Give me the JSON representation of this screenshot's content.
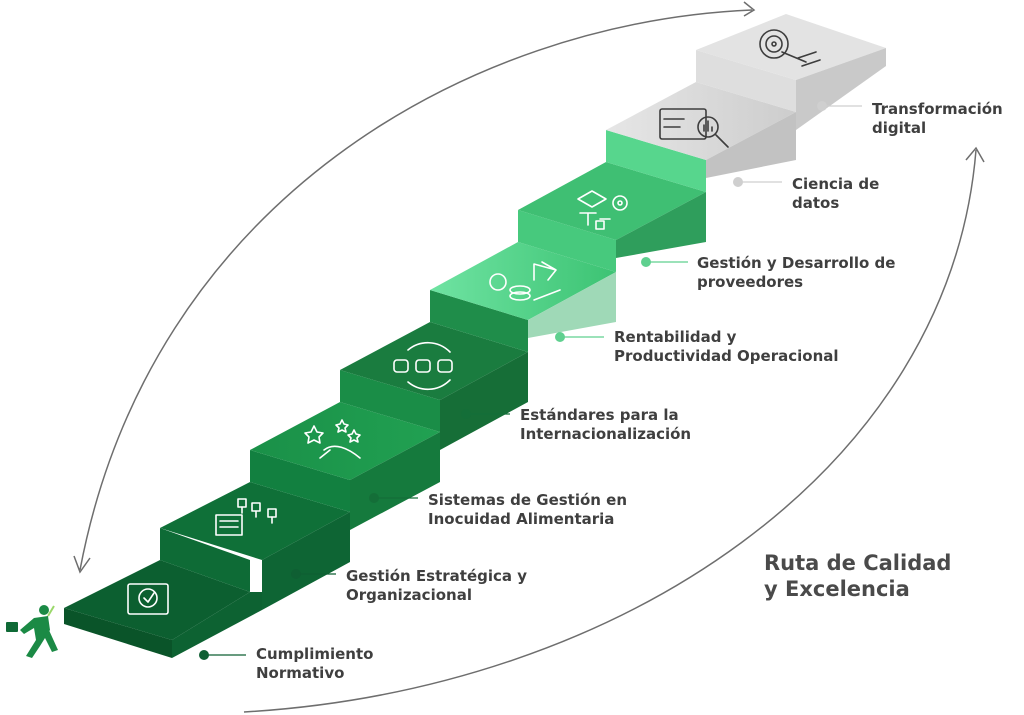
{
  "title": "Ruta de Calidad\ny Excelencia",
  "colors": {
    "dark_green": "#0f6a36",
    "medium_green": "#2ea659",
    "light_green": "#5fdc94",
    "gray": "#cfcfcf",
    "label_text": "#3f3f3f",
    "arrow": "#6e6e6e"
  },
  "steps": [
    {
      "label": "Cumplimiento\nNormativo",
      "icon": "book-check-icon",
      "color": "#0f6a36",
      "dot": "#0f5f33"
    },
    {
      "label": "Gestión Estratégica y\nOrganizacional",
      "icon": "org-chart-document-icon",
      "color": "#0f6a36",
      "dot": "#0f5f33"
    },
    {
      "label": "Sistemas de Gestión en\nInocuidad Alimentaria",
      "icon": "hand-stars-icon",
      "color": "#1a8544",
      "dot": "#146e38"
    },
    {
      "label": "Estándares para la\nInternacionalización",
      "icon": "process-cycle-icon",
      "color": "#1b7d40",
      "dot": "#146e38"
    },
    {
      "label": "Rentabilidad y\nProductividad Operacional",
      "icon": "coins-growth-icon",
      "color": "#45c97c",
      "dot": "#5fd08f"
    },
    {
      "label": "Gestión y Desarrollo de\nproveedores",
      "icon": "supply-network-icon",
      "color": "#38b46a",
      "dot": "#5fd08f"
    },
    {
      "label": "Ciencia de\ndatos",
      "icon": "data-analysis-icon",
      "color": "#d8d8d8",
      "dot": "#cfcfcf"
    },
    {
      "label": "Transformación\ndigital",
      "icon": "touch-target-icon",
      "color": "#d8d8d8",
      "dot": "#cfcfcf"
    }
  ],
  "figure_icon": "running-businessman-icon"
}
